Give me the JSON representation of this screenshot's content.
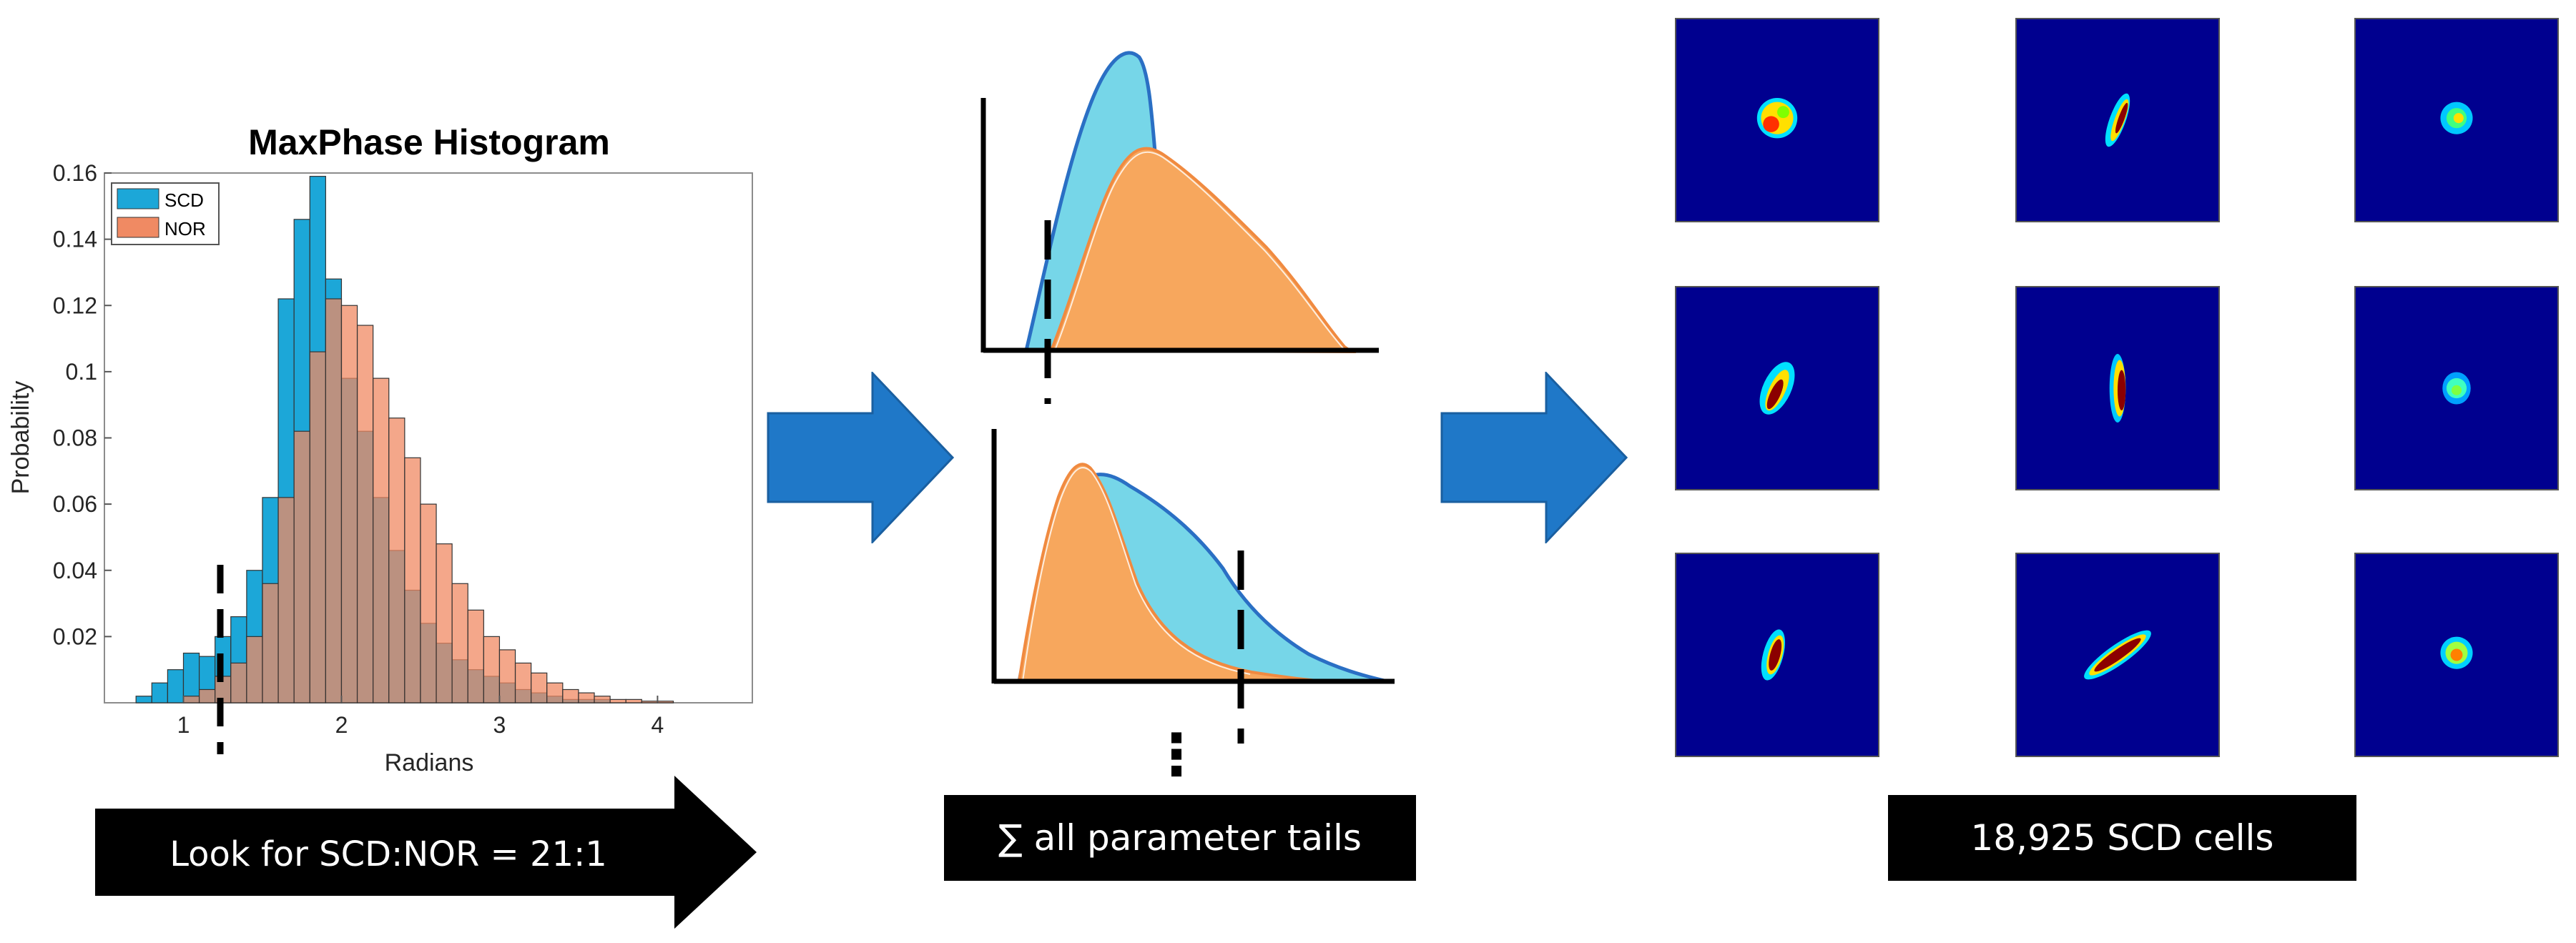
{
  "histogram": {
    "title": "MaxPhase Histogram",
    "xlabel": "Radians",
    "ylabel": "Probability",
    "legend": [
      "SCD",
      "NOR"
    ],
    "colors": {
      "scd": "#1ca7d8",
      "nor": "#f08a63",
      "overlap": "#b87060"
    }
  },
  "chart_data": {
    "type": "bar",
    "title": "MaxPhase Histogram",
    "xlabel": "Radians",
    "ylabel": "Probability",
    "xlim": [
      0.5,
      4.6
    ],
    "ylim": [
      0,
      0.16
    ],
    "xticks": [
      "1",
      "2",
      "3",
      "4"
    ],
    "yticks": [
      "0.02",
      "0.04",
      "0.06",
      "0.08",
      "0.1",
      "0.12",
      "0.14",
      "0.16"
    ],
    "bin_start": 0.7,
    "bin_width": 0.1,
    "series": [
      {
        "name": "SCD",
        "values": [
          0.002,
          0.006,
          0.01,
          0.015,
          0.014,
          0.02,
          0.026,
          0.04,
          0.062,
          0.122,
          0.146,
          0.159,
          0.128,
          0.098,
          0.082,
          0.062,
          0.046,
          0.034,
          0.024,
          0.018,
          0.013,
          0.01,
          0.008,
          0.006,
          0.004,
          0.003,
          0.002,
          0.001,
          0.001,
          0.001,
          0.0,
          0.0,
          0.0,
          0.0
        ]
      },
      {
        "name": "NOR",
        "values": [
          0.0,
          0.0,
          0.0,
          0.002,
          0.004,
          0.008,
          0.012,
          0.02,
          0.036,
          0.062,
          0.082,
          0.106,
          0.122,
          0.12,
          0.114,
          0.098,
          0.086,
          0.074,
          0.06,
          0.048,
          0.036,
          0.028,
          0.02,
          0.016,
          0.012,
          0.009,
          0.006,
          0.004,
          0.003,
          0.002,
          0.001,
          0.001,
          0.0005,
          0.0005
        ]
      }
    ],
    "legend_position": "top-left",
    "grid": false
  },
  "banners": {
    "ratio": "Look for SCD:NOR = 21:1",
    "sum": "∑ all parameter tails",
    "cells": "18,925 SCD cells"
  },
  "ellipsis": "⋮",
  "colors": {
    "arrow": "#1f78c8",
    "arrow_dark": "#1a5fa0",
    "tail_blue": "#76d6e8",
    "tail_blue_line": "#2a6fc4",
    "tail_orange": "#f7a75d",
    "tile_bg": "#00008f"
  },
  "cells": [
    {
      "shape": "round-large"
    },
    {
      "shape": "elongated-diag"
    },
    {
      "shape": "round-small"
    },
    {
      "shape": "elongated-bent"
    },
    {
      "shape": "elongated-vertical"
    },
    {
      "shape": "round-small-dim"
    },
    {
      "shape": "elongated-short"
    },
    {
      "shape": "elongated-long-diag"
    },
    {
      "shape": "round-medium"
    }
  ]
}
